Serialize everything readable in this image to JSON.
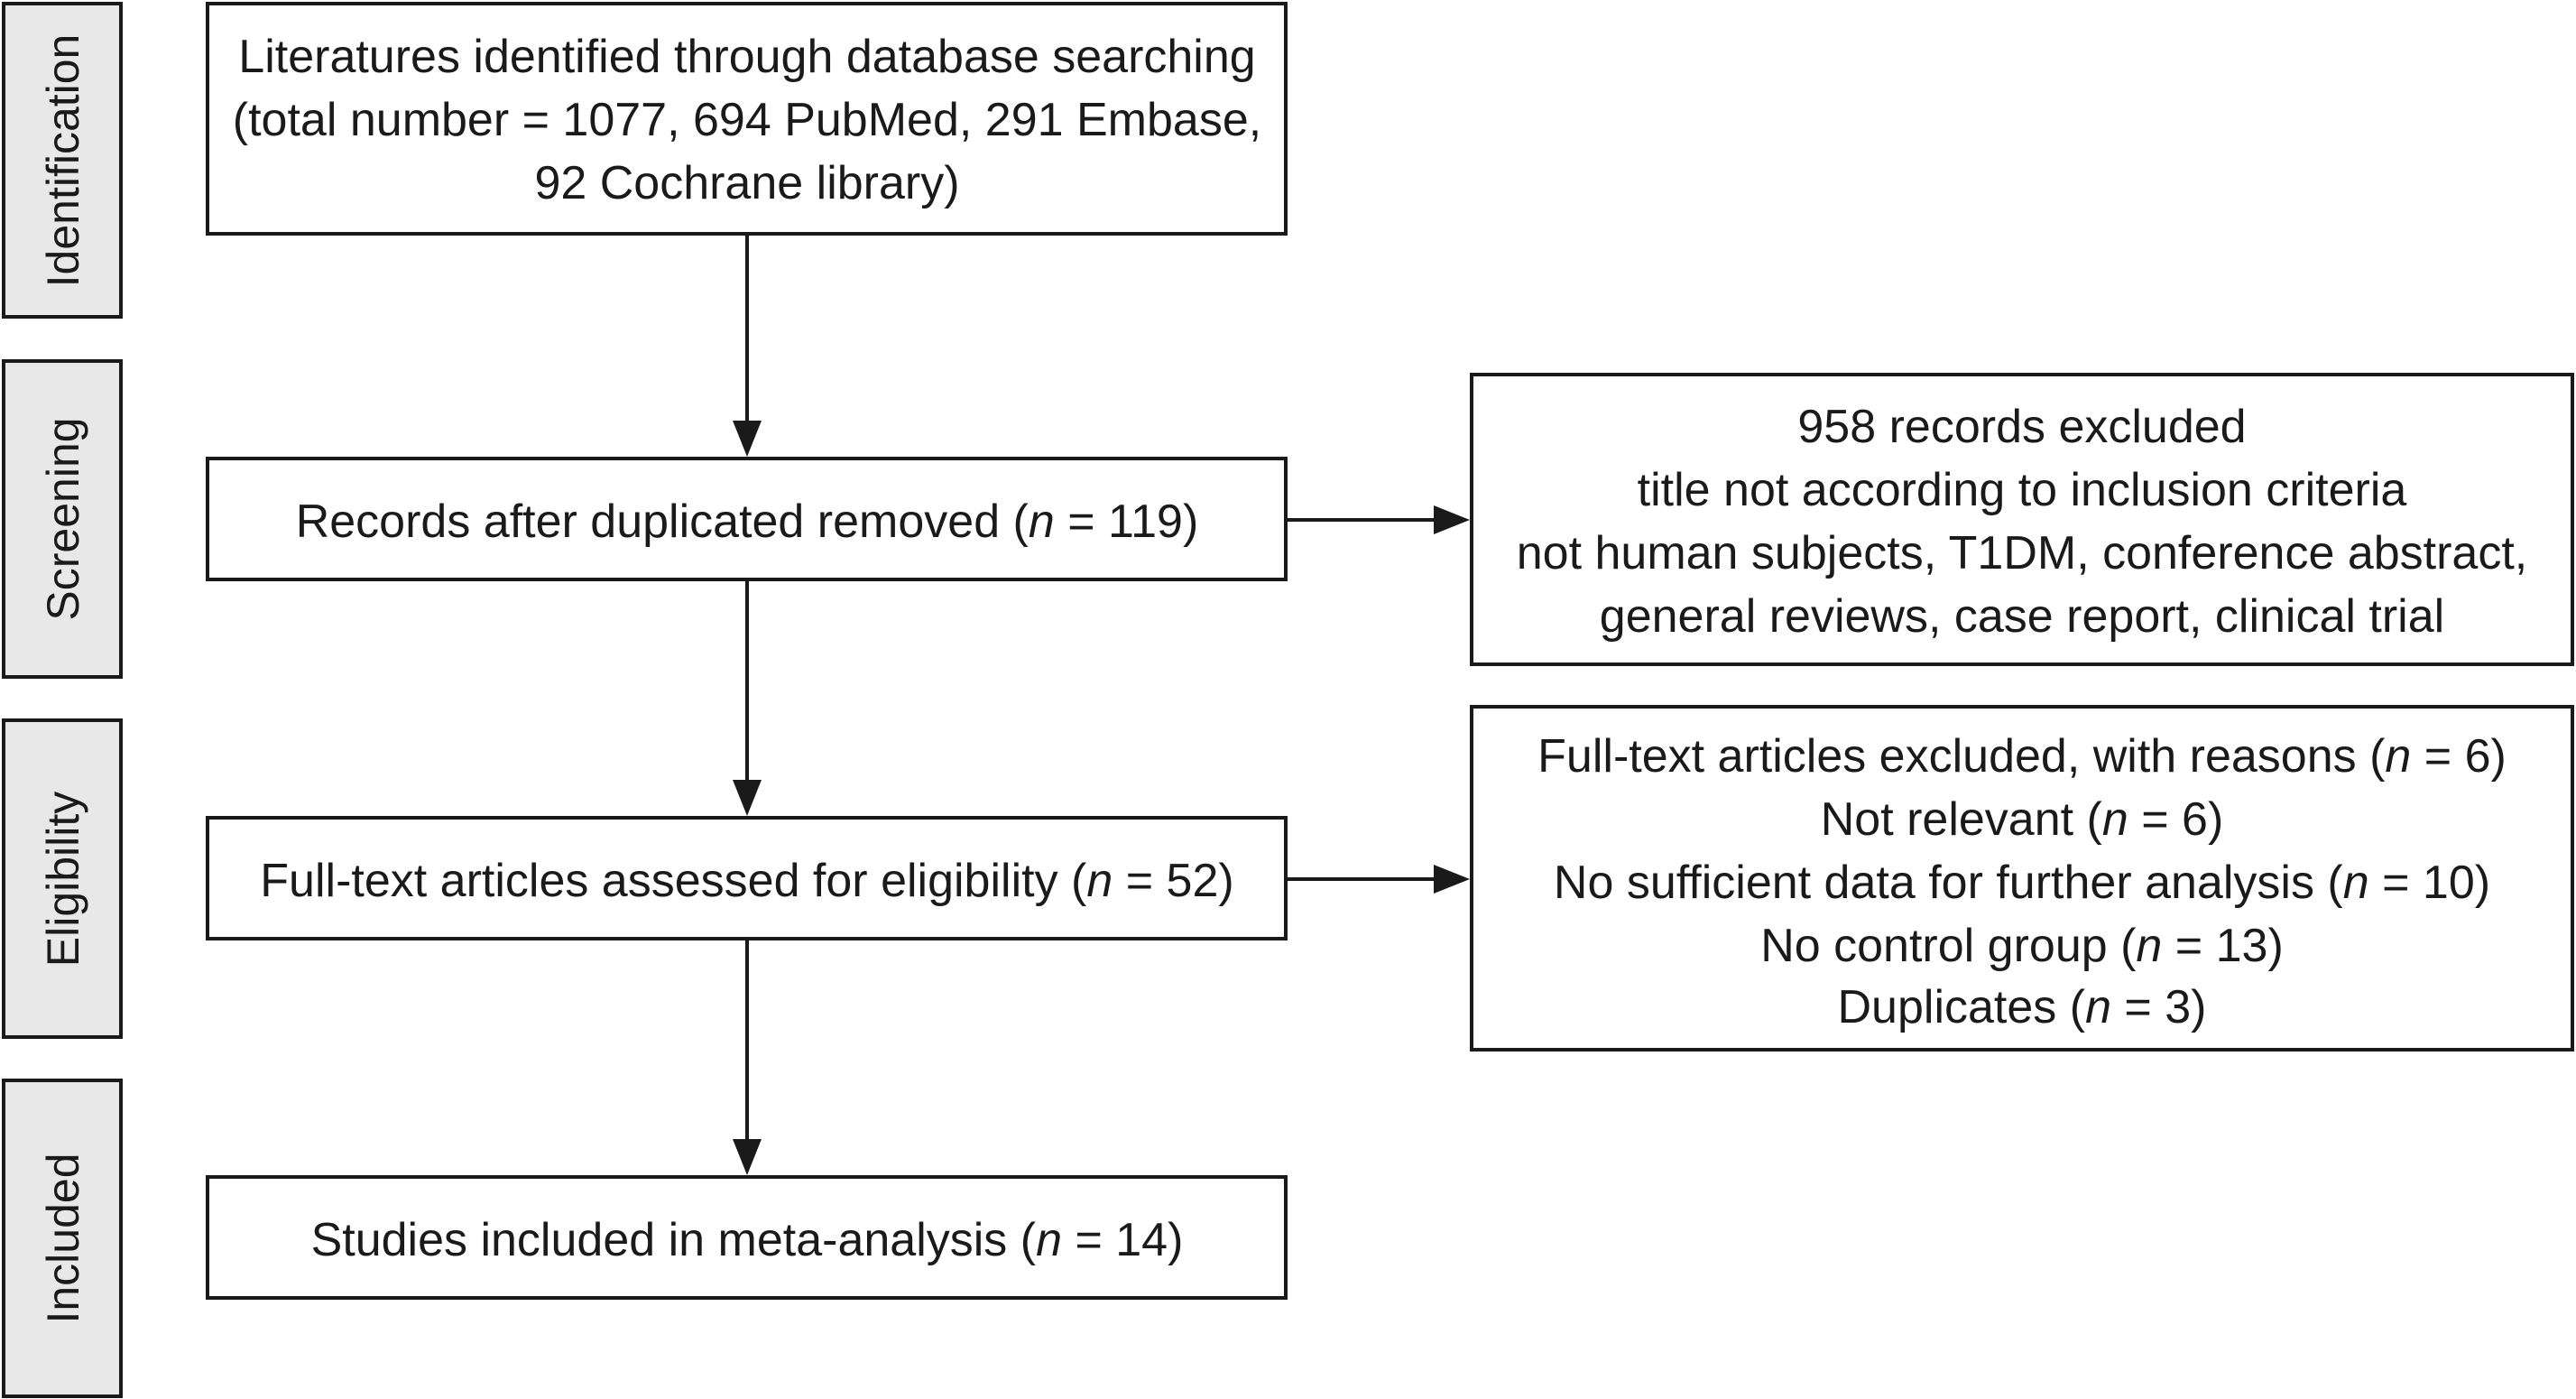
{
  "stages": {
    "identification": "Identification",
    "screening": "Screening",
    "eligibility": "Eligibility",
    "included": "Included"
  },
  "boxes": {
    "identified": {
      "line1": "Literatures identified through database searching",
      "line2": "(total number = 1077, 694 PubMed, 291 Embase,",
      "line3": "92 Cochrane library)"
    },
    "after_duplicates": {
      "text_before_n": "Records after duplicated removed (",
      "n_symbol": "n",
      "text_after_n": " = 119)"
    },
    "assessed": {
      "text_before_n": "Full-text articles assessed for eligibility (",
      "n_symbol": "n",
      "text_after_n": " = 52)"
    },
    "included": {
      "text_before_n": "Studies included in meta-analysis (",
      "n_symbol": "n",
      "text_after_n": " = 14)"
    },
    "excluded_records": {
      "line1": "958 records excluded",
      "line2": "title not according to inclusion criteria",
      "line3": "not human subjects, T1DM, conference abstract,",
      "line4": "general reviews, case report, clinical trial"
    },
    "excluded_fulltext": {
      "line1_before": "Full-text articles excluded, with reasons (",
      "line1_n": "n",
      "line1_after": " = 6)",
      "line2_before": "Not relevant (",
      "line2_n": "n",
      "line2_after": " = 6)",
      "line3_before": "No sufficient data for further analysis (",
      "line3_n": "n",
      "line3_after": " = 10)",
      "line4_before": "No control group (",
      "line4_n": "n",
      "line4_after": " = 13)",
      "line5_before": "Duplicates (",
      "line5_n": "n",
      "line5_after": " = 3)"
    }
  }
}
